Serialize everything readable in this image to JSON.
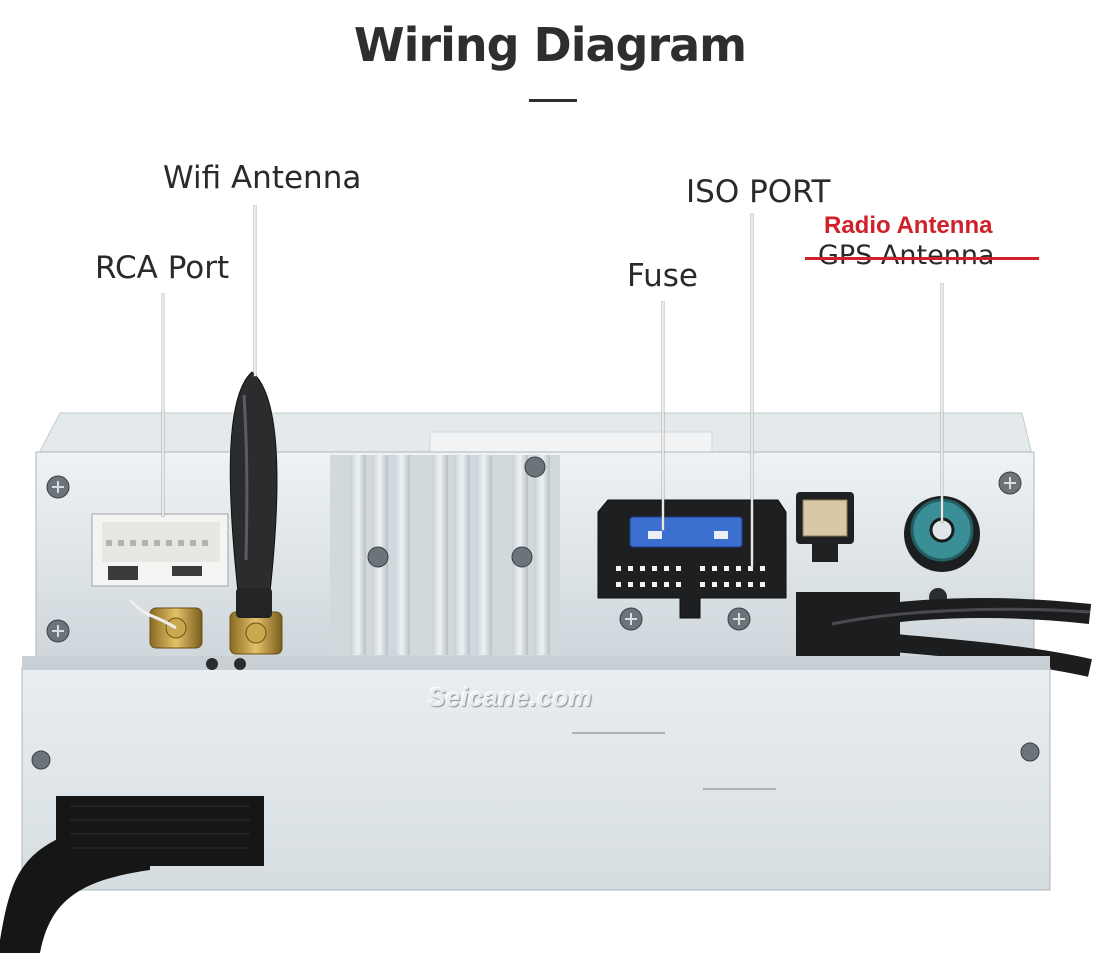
{
  "header": {
    "title": "Wiring Diagram"
  },
  "labels": {
    "wifi_antenna": "Wifi Antenna",
    "rca_port": "RCA Port",
    "iso_port": "ISO PORT",
    "fuse": "Fuse",
    "radio_antenna": "Radio Antenna",
    "gps_antenna": "GPS Antenna"
  },
  "watermark": "Seicane.com",
  "colors": {
    "title": "#2e2e2e",
    "correction_red": "#d0202a",
    "chassis": "#dfe6ea",
    "fakra_connector": "#3a8f96"
  }
}
